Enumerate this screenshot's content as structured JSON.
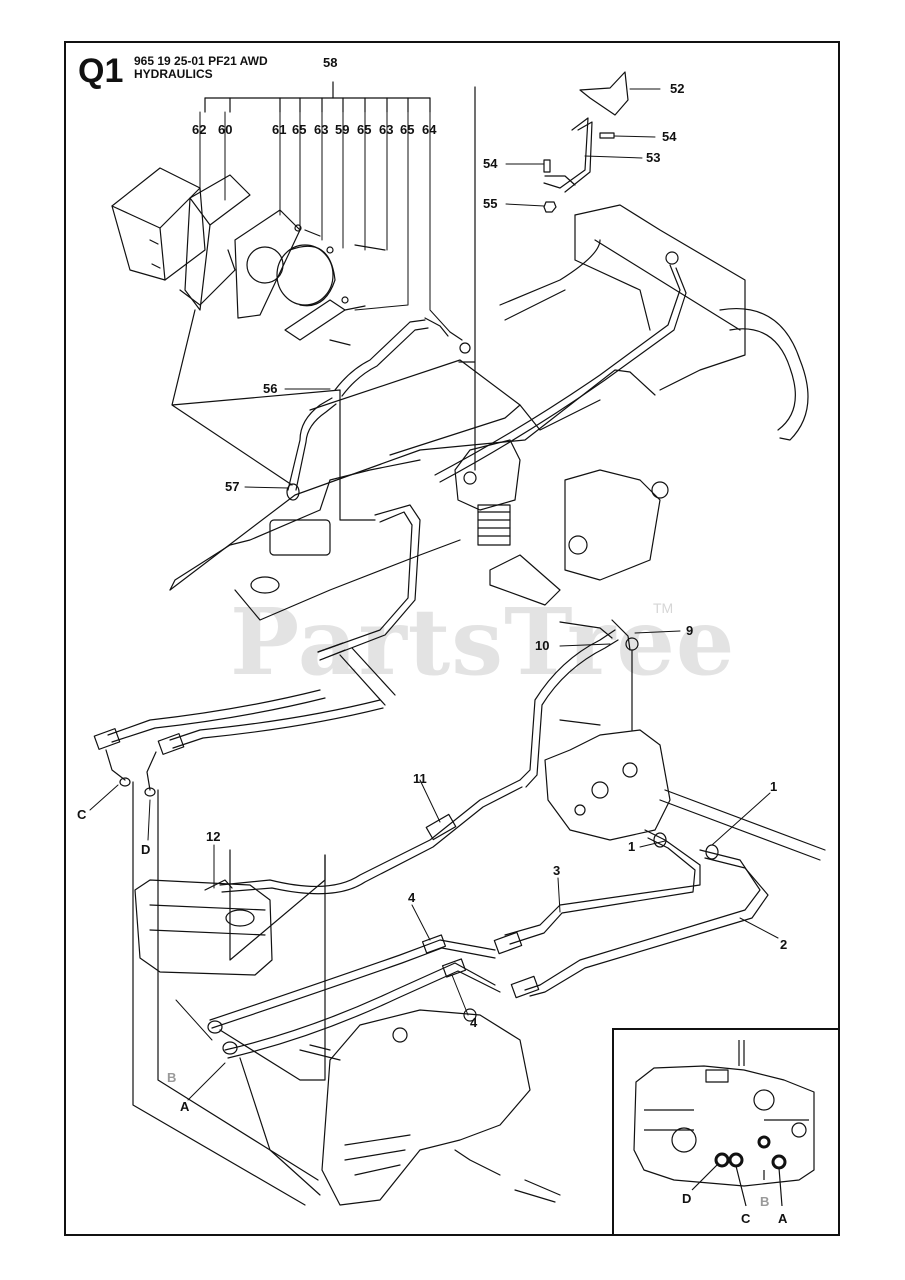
{
  "header": {
    "section": "Q1",
    "model_line": "965 19 25-01 PF21 AWD",
    "title": "HYDRAULICS"
  },
  "watermark": {
    "text": "PartsTree",
    "trademark": "TM"
  },
  "callouts": {
    "c58": "58",
    "c62": "62",
    "c60": "60",
    "c61": "61",
    "c65a": "65",
    "c63a": "63",
    "c59": "59",
    "c65b": "65",
    "c63b": "63",
    "c65c": "65",
    "c64": "64",
    "c52": "52",
    "c54a": "54",
    "c54b": "54",
    "c53": "53",
    "c55": "55",
    "c56": "56",
    "c57": "57",
    "c9": "9",
    "c10": "10",
    "c11": "11",
    "c12": "12",
    "c1a": "1",
    "c1b": "1",
    "c2": "2",
    "c3": "3",
    "c4a": "4",
    "c4b": "4",
    "pC": "C",
    "pD": "D",
    "pB": "B",
    "pA": "A"
  },
  "inset": {
    "pD": "D",
    "pC": "C",
    "pB": "B",
    "pA": "A"
  },
  "colors": {
    "line": "#111111",
    "port_grey": "#9a9a9a",
    "watermark": "#e3e3e3"
  }
}
